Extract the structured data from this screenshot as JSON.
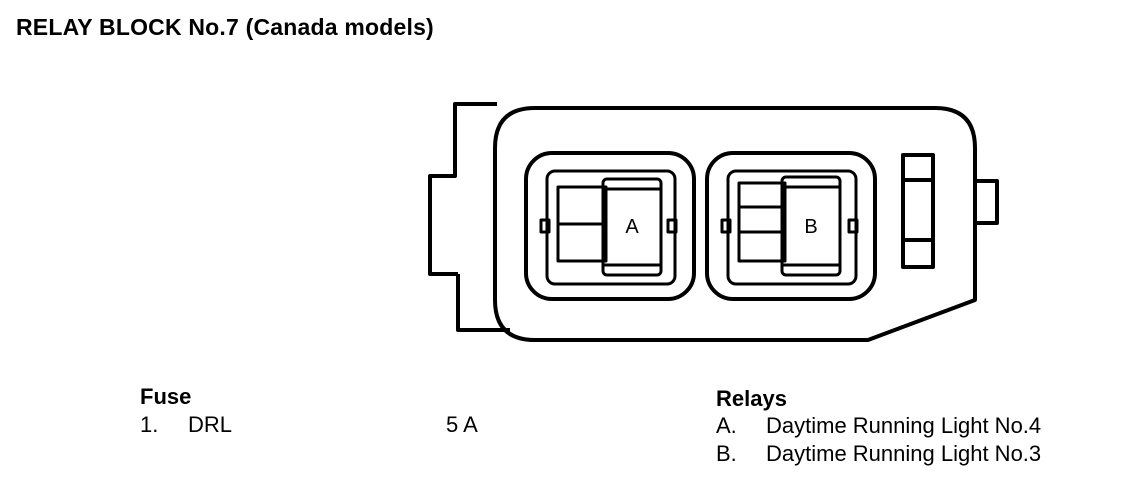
{
  "title": "RELAY BLOCK No.7 (Canada models)",
  "diagram": {
    "relay_a_letter": "A",
    "relay_b_letter": "B"
  },
  "fuse": {
    "heading": "Fuse",
    "items": [
      {
        "number": "1.",
        "name": "DRL",
        "rating": "5 A"
      }
    ]
  },
  "relays": {
    "heading": "Relays",
    "items": [
      {
        "letter": "A.",
        "name": "Daytime Running Light No.4"
      },
      {
        "letter": "B.",
        "name": "Daytime Running Light No.3"
      }
    ]
  }
}
